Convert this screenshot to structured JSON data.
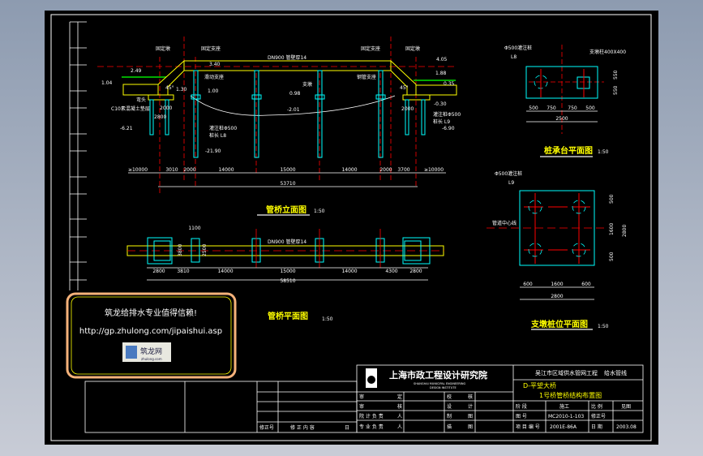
{
  "colors": {
    "pipe": "#ffff00",
    "pier": "#00ffff",
    "centerline": "#ff0000",
    "grass": "#00a000",
    "frame": "#ffffff",
    "notice_border": "#f5b27a",
    "background": "#000000"
  },
  "elevation": {
    "title": "管桥立面图",
    "scale": "1:50",
    "pipe_label": "DN900 管壁厚14",
    "labels": {
      "anchor_left": "固定墩",
      "anchor_right": "固定墩",
      "fixed_support_left": "固定支座",
      "fixed_support_right": "固定支座",
      "support_left": "滑动支座",
      "sliding": "钢管支座",
      "pier": "支墩",
      "bent_left": "弯头",
      "cushion": "C10素混凝土垫层",
      "pile_left": "灌注桩Φ500",
      "pile_len_left": "桩长 L8",
      "pile_right": "灌注桩Φ500",
      "pile_len_right": "桩长 L9",
      "angle_left": "45°",
      "angle_right": "45°"
    },
    "elevations": {
      "e1": "2.49",
      "e2": "1.04",
      "e3": "3.40",
      "e4": "1.30",
      "e5": "1.00",
      "e6": "0.98",
      "e7": "-2.01",
      "e8": "-6.21",
      "e9": "-21.90",
      "e10": "4.05",
      "e11": "1.88",
      "e12": "0.35",
      "e13": "-0.30",
      "e14": "-6.90"
    },
    "small_dims": {
      "d1": "2000",
      "d2": "2800",
      "d3": "2000"
    },
    "dims": [
      "≥10000",
      "3010",
      "2000",
      "14000",
      "15000",
      "14000",
      "2000",
      "3700",
      "≥10000"
    ],
    "total": "53710"
  },
  "plan": {
    "title": "管桥平面图",
    "scale": "1:50",
    "pipe_label": "DN900 管壁厚14",
    "top_dim": "1100",
    "side_dim_1": "3800",
    "side_dim_2": "2500",
    "dims": [
      "2800",
      "3810",
      "14000",
      "15000",
      "14000",
      "4300",
      "2800"
    ],
    "total": "58510"
  },
  "pile_cap_plan": {
    "title": "桩承台平面图",
    "scale": "1:50",
    "pile_label": "Φ500灌注桩",
    "pile_sub": "L8",
    "pier_label": "支墩柱400X400",
    "dims": [
      "500",
      "750",
      "750",
      "500"
    ],
    "total": "2500",
    "side_dims": [
      "550",
      "550"
    ]
  },
  "pier_pile_plan": {
    "title": "支墩桩位平面图",
    "scale": "1:50",
    "pile_label": "Φ500灌注桩",
    "pile_sub": "L9",
    "axis_label": "管道中心线",
    "dims": [
      "600",
      "1600",
      "600"
    ],
    "total": "2800",
    "side_dims": [
      "500",
      "1600",
      "500"
    ],
    "side_total": "2800"
  },
  "notice": {
    "line1": "筑龙给排水专业值得信赖!",
    "url": "http://gp.zhulong.com/jipaishui.asp",
    "logo_text": "筑龙网",
    "logo_sub": "zhulong.com"
  },
  "title_block": {
    "institute": "上海市政工程设计研究院",
    "institute_en": "SHANGHAI MUNICIPAL ENGINEERING",
    "institute_en2": "DESIGN INSTITUTE",
    "project": "吴江市区域供水管网工程",
    "discipline": "给水管线",
    "drawing_title_1": "D-平望大桥",
    "drawing_title_2": "1号桥管桥结构布置图",
    "rows": [
      {
        "a": "审",
        "a2": "定",
        "b": "校",
        "b2": "核"
      },
      {
        "a": "审",
        "a2": "核",
        "b": "设",
        "b2": "计"
      },
      {
        "a": "院 计 负 责",
        "a2": "人",
        "b": "制",
        "b2": "图"
      },
      {
        "a": "专 业 负 责",
        "a2": "人",
        "b": "描",
        "b2": "图"
      }
    ],
    "stage_label": "阶 段",
    "stage": "施工",
    "sheet_label": "比 例",
    "sheet": "见图",
    "drawing_no_label": "图 号",
    "drawing_no": "MC2010-1-103",
    "rev_label": "修正号",
    "project_no_label": "项 目 编 号",
    "project_no": "2001E-86A",
    "date_label": "日 期",
    "date": "2003.08"
  },
  "revision_table": {
    "rev_label": "修正号",
    "desc_label": "修  正  内  容",
    "date_label": "日"
  }
}
